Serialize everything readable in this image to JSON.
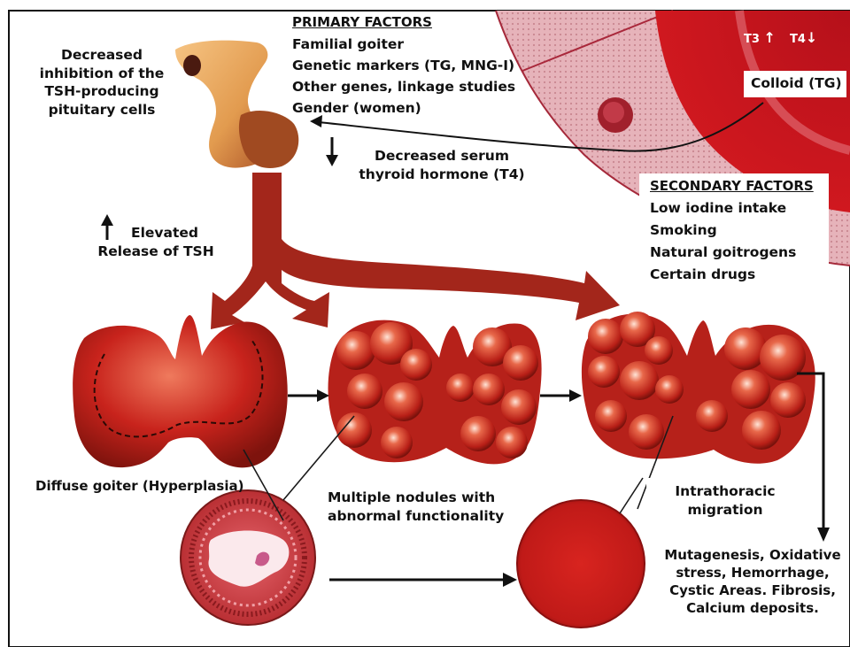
{
  "primary_factors": {
    "heading": "PRIMARY FACTORS",
    "items": [
      "Familial goiter",
      "Genetic markers (TG, MNG-I)",
      "Other genes, linkage studies",
      "Gender (women)"
    ]
  },
  "secondary_factors": {
    "heading": "SECONDARY FACTORS",
    "items": [
      "Low iodine intake",
      "Smoking",
      "Natural goitrogens",
      "Certain drugs"
    ]
  },
  "labels": {
    "decreased_inhibition": [
      "Decreased",
      "inhibition of the",
      "TSH-producing",
      "pituitary cells"
    ],
    "decreased_serum": [
      "Decreased serum",
      "thyroid  hormone (T4)"
    ],
    "elevated_tsh": [
      "Elevated",
      "Release of TSH"
    ],
    "t3": "T3",
    "t4": "T4",
    "colloid": "Colloid (TG)",
    "diffuse_goiter": "Diffuse goiter (Hyperplasia)",
    "multiple_nodules": [
      "Multiple nodules with",
      "abnormal  functionality"
    ],
    "intrathoracic": [
      "Intrathoracic",
      "migration"
    ],
    "outcomes": [
      "Mutagenesis, Oxidative",
      "stress, Hemorrhage,",
      "Cystic Areas. Fibrosis,",
      "Calcium deposits."
    ]
  },
  "arrow_glyphs": {
    "up": "↑",
    "down": "↓"
  },
  "colors": {
    "thyroid_red": "#c8231c",
    "dark_red": "#8e1a12",
    "flow_arrow": "#a3261b",
    "follicle_pink": "#e9a9ae",
    "vessel_red": "#c8141c",
    "pituitary_orange": "#e9a45a"
  }
}
